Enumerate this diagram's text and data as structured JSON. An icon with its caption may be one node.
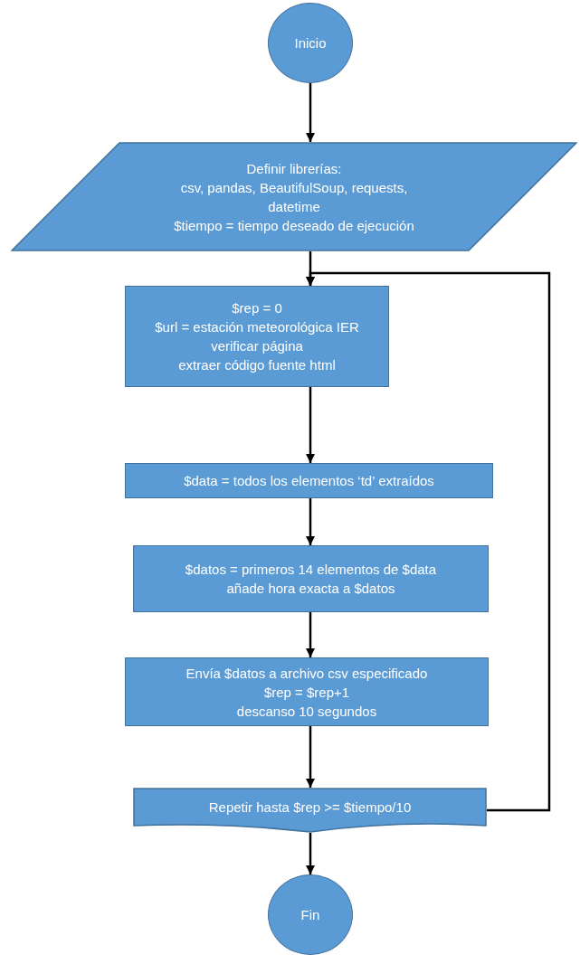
{
  "diagram": {
    "nodes": [
      {
        "text": [
          "Inicio"
        ]
      },
      {
        "text": [
          "Definir librerías:",
          "csv, pandas, BeautifulSoup, requests, datetime",
          "$tiempo = tiempo deseado de ejecución"
        ]
      },
      {
        "text": [
          "$rep = 0",
          "$url = estación meteorológica IER",
          "verificar página",
          "extraer código fuente html"
        ]
      },
      {
        "text": [
          "$data = todos los elementos ‘td’ extraídos"
        ]
      },
      {
        "text": [
          "$datos = primeros 14 elementos de $data",
          "añade hora exacta a $datos"
        ]
      },
      {
        "text": [
          "Envía $datos a archivo csv especificado",
          "$rep = $rep+1",
          "descanso 10 segundos"
        ]
      },
      {
        "text": [
          "Repetir hasta $rep >= $tiempo/10"
        ]
      },
      {
        "text": [
          "Fin"
        ]
      }
    ],
    "edges": [
      {
        "from": 0,
        "to": 1,
        "arrow": "to"
      },
      {
        "from": 1,
        "to": 2,
        "arrow": "to"
      },
      {
        "from": 2,
        "to": 3,
        "arrow": "to"
      },
      {
        "from": 3,
        "to": 4,
        "arrow": "to"
      },
      {
        "from": 4,
        "to": 5,
        "arrow": "to"
      },
      {
        "from": 5,
        "to": 6,
        "arrow": "to"
      },
      {
        "from": 6,
        "to": 7,
        "arrow": "to"
      },
      {
        "from": 6,
        "to": 2,
        "arrow": "to"
      }
    ]
  }
}
